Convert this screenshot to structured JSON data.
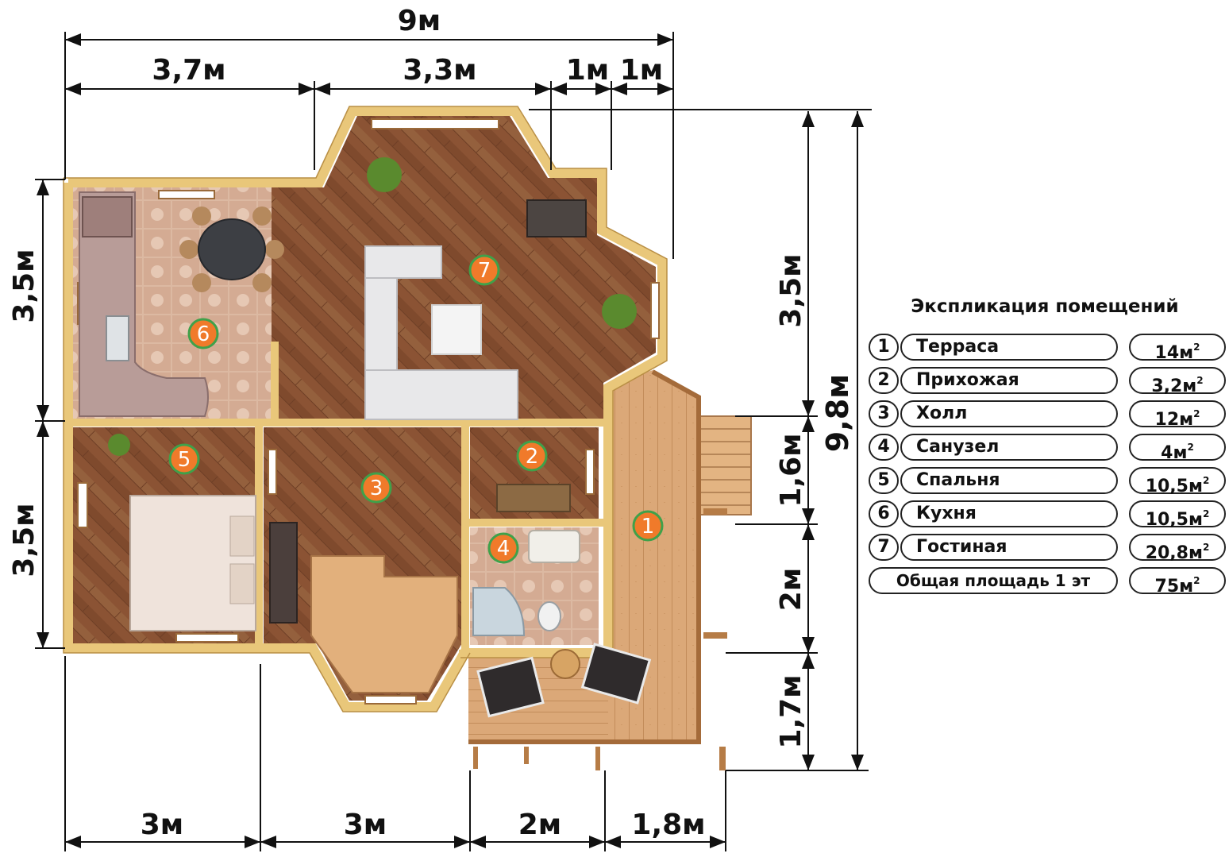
{
  "dimensions": {
    "top_total": "9м",
    "top": [
      "3,7м",
      "3,3м",
      "1м",
      "1м"
    ],
    "left": [
      "3,5м",
      "3,5м"
    ],
    "right_inner": [
      "3,5м",
      "1,6м",
      "2м",
      "1,7м"
    ],
    "right_total": "9,8м",
    "bottom": [
      "3м",
      "3м",
      "2м",
      "1,8м"
    ]
  },
  "room_markers": [
    "1",
    "2",
    "3",
    "4",
    "5",
    "6",
    "7"
  ],
  "legend": {
    "title": "Экспликация помещений",
    "rooms": [
      {
        "num": "1",
        "name": "Терраса",
        "area": "14м",
        "unit": "2"
      },
      {
        "num": "2",
        "name": "Прихожая",
        "area": "3,2м",
        "unit": "2"
      },
      {
        "num": "3",
        "name": "Холл",
        "area": "12м",
        "unit": "2"
      },
      {
        "num": "4",
        "name": "Санузел",
        "area": "4м",
        "unit": "2"
      },
      {
        "num": "5",
        "name": "Спальня",
        "area": "10,5м",
        "unit": "2"
      },
      {
        "num": "6",
        "name": "Кухня",
        "area": "10,5м",
        "unit": "2"
      },
      {
        "num": "7",
        "name": "Гостиная",
        "area": "20,8м",
        "unit": "2"
      }
    ],
    "total_label": "Общая площадь 1 эт",
    "total_area": "75м",
    "total_unit": "2"
  },
  "colors": {
    "wall": "#e9c77a",
    "wall_edge": "#b98f45",
    "floor_wood": "#8a5234",
    "floor_tile": "#d9b59c",
    "deck": "#d9a877",
    "marker_orange": "#f07a2a",
    "marker_ring": "#3fa14a"
  }
}
